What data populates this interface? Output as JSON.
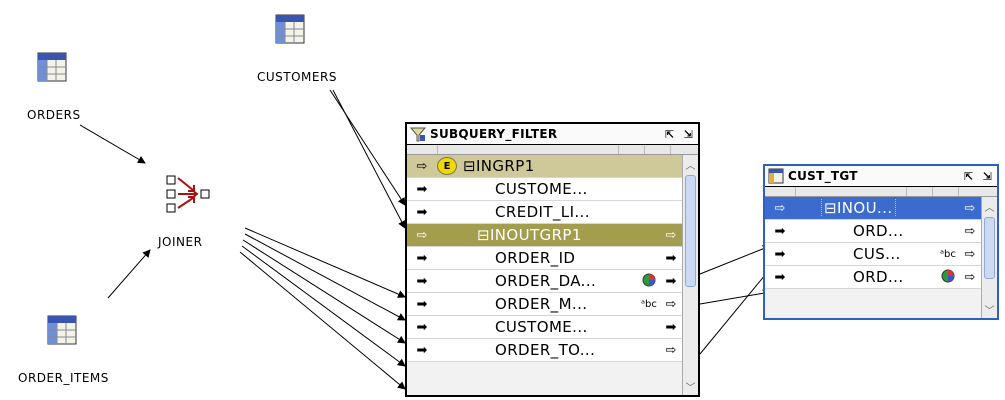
{
  "nodes": {
    "orders": "ORDERS",
    "customers": "CUSTOMERS",
    "joiner": "JOINER",
    "order_items": "ORDER_ITEMS"
  },
  "subquery_filter": {
    "title": "SUBQUERY_FILTER",
    "group1_badge": "E",
    "rows": [
      {
        "name": "⊟INGRP1",
        "kind": "group"
      },
      {
        "name": "CUSTOME...",
        "kind": "in"
      },
      {
        "name": "CREDIT_LI...",
        "kind": "in"
      },
      {
        "name": "⊟INOUTGRP1",
        "kind": "group-dark"
      },
      {
        "name": "ORDER_ID",
        "kind": "inout"
      },
      {
        "name": "ORDER_DA...",
        "kind": "inout",
        "type": "datetime-icon"
      },
      {
        "name": "ORDER_M...",
        "kind": "inout",
        "type": "abc"
      },
      {
        "name": "CUSTOME...",
        "kind": "inout"
      },
      {
        "name": "ORDER_TO...",
        "kind": "inout"
      }
    ]
  },
  "cust_tgt": {
    "title": "CUST_TGT",
    "rows": [
      {
        "name": "⊟INOU...",
        "kind": "group-selected"
      },
      {
        "name": "ORD...",
        "kind": "inout"
      },
      {
        "name": "CUS...",
        "kind": "inout",
        "type": "abc"
      },
      {
        "name": "ORD...",
        "kind": "inout",
        "type": "datetime-icon"
      }
    ]
  },
  "glyphs": {
    "in_arrow": "➡",
    "out_arrow": "⇨",
    "abc": "ᵃbc",
    "maximize": "⌝",
    "minimize": "⌞"
  },
  "colors": {
    "group_header": "#cfc99a",
    "group_header_dark": "#a39d4e",
    "selection_blue": "#3c6bcf",
    "target_border": "#2f5fbf"
  }
}
